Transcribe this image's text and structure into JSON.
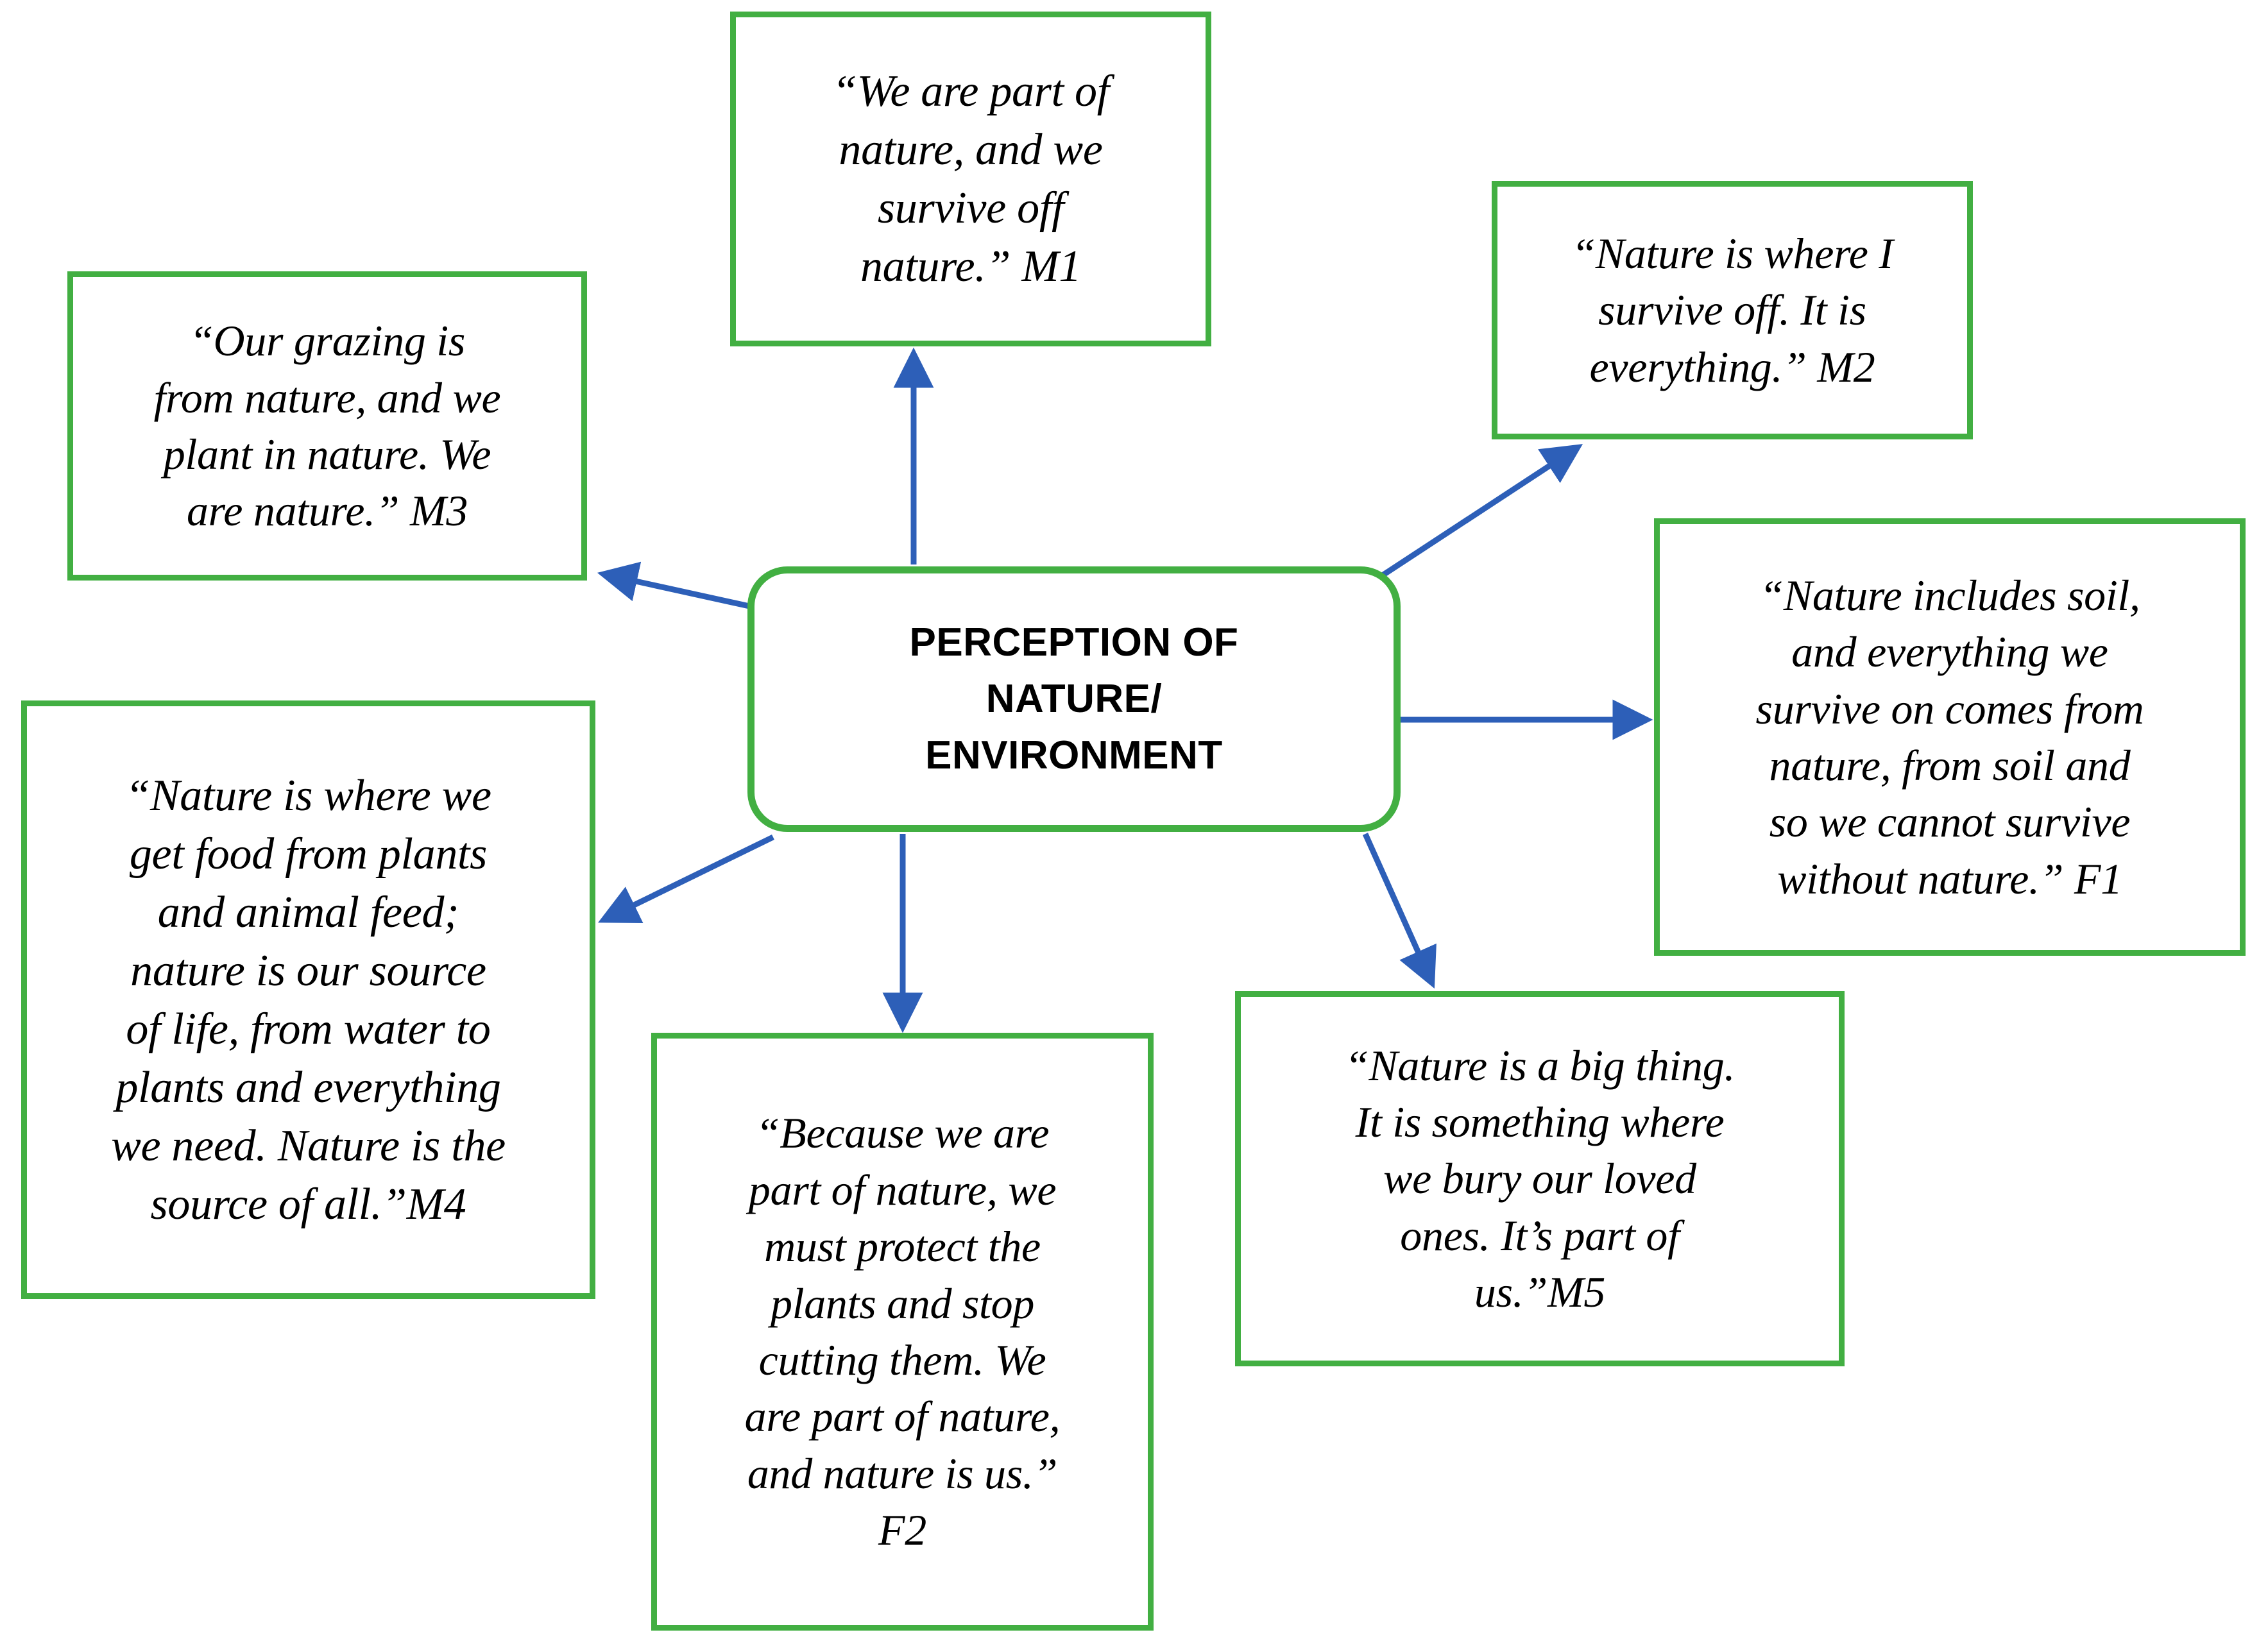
{
  "diagram": {
    "title": "Perception of Nature/Environment concept map",
    "colors": {
      "box_border_green": "#42AF42",
      "arrow_blue": "#2D5FB8",
      "text_black": "#000000",
      "background": "#FFFFFF"
    },
    "center": {
      "label": "PERCEPTION OF\nNATURE/\nENVIRONMENT"
    },
    "quotes": [
      {
        "id": "M1",
        "position": "top-center",
        "text": "“We are part of\nnature, and we\nsurvive off\nnature.” M1",
        "speaker": "M1"
      },
      {
        "id": "M2",
        "position": "top-right",
        "text": "“Nature is where I\nsurvive off. It is\neverything.” M2",
        "speaker": "M2"
      },
      {
        "id": "M3",
        "position": "left-top",
        "text": "“Our grazing is\nfrom nature, and we\nplant in nature. We\nare nature.” M3",
        "speaker": "M3"
      },
      {
        "id": "M4",
        "position": "left-bottom",
        "text": "“Nature is where we\nget food from plants\nand animal feed;\nnature is our source\nof life, from water to\nplants and everything\nwe need. Nature is the\nsource of all.”M4",
        "speaker": "M4"
      },
      {
        "id": "F1",
        "position": "right",
        "text": "“Nature includes soil,\nand everything we\nsurvive on comes from\nnature, from soil and\nso we cannot survive\nwithout nature.” F1",
        "speaker": "F1"
      },
      {
        "id": "M5",
        "position": "bottom-right",
        "text": "“Nature is a big thing.\nIt is something where\nwe bury our loved\nones. It’s part of\nus.”M5",
        "speaker": "M5"
      },
      {
        "id": "F2",
        "position": "bottom-center",
        "text": "“Because we are\npart of nature, we\nmust protect the\nplants and stop\ncutting them. We\nare part of nature,\nand nature is us.”\nF2",
        "speaker": "F2"
      }
    ],
    "connections": [
      {
        "from": "center",
        "to": "M1",
        "direction": "up"
      },
      {
        "from": "center",
        "to": "M2",
        "direction": "up-right"
      },
      {
        "from": "center",
        "to": "M3",
        "direction": "up-left"
      },
      {
        "from": "center",
        "to": "M4",
        "direction": "down-left"
      },
      {
        "from": "center",
        "to": "F1",
        "direction": "right"
      },
      {
        "from": "center",
        "to": "M5",
        "direction": "down-right"
      },
      {
        "from": "center",
        "to": "F2",
        "direction": "down"
      }
    ]
  }
}
